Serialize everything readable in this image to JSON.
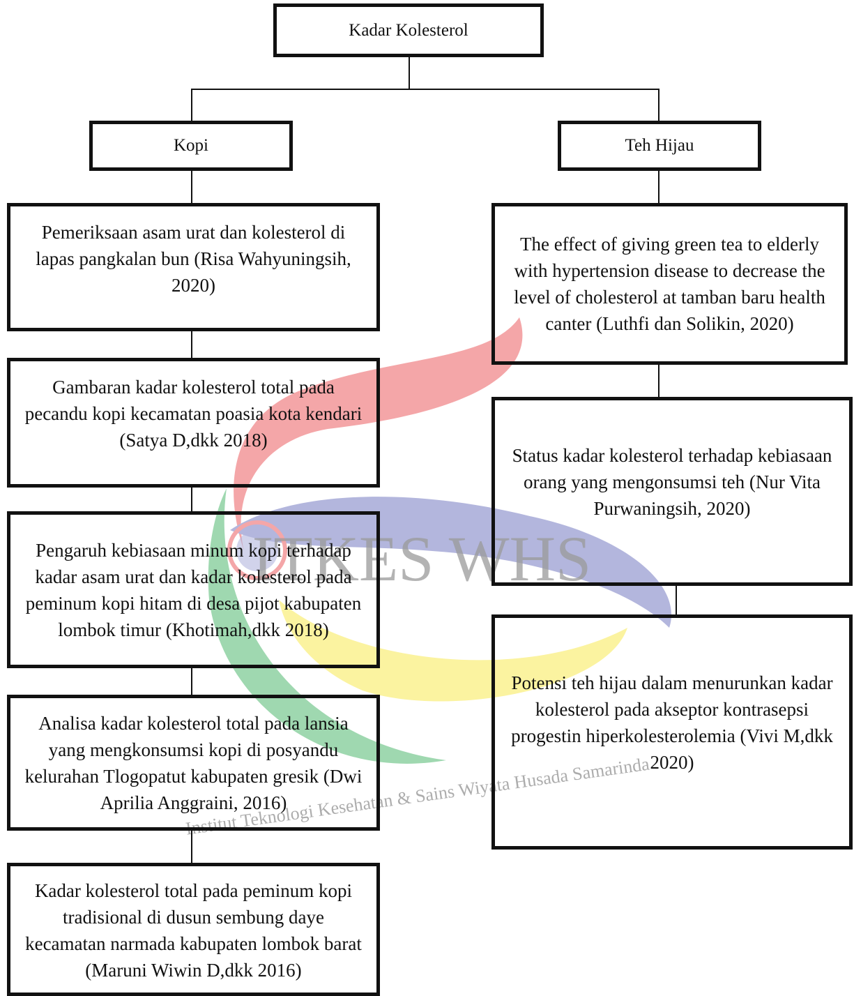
{
  "root": {
    "label": "Kadar Kolesterol"
  },
  "branches": {
    "left": {
      "label": "Kopi",
      "items": [
        "Pemeriksaan asam urat dan kolesterol di lapas pangkalan bun (Risa Wahyuningsih, 2020)",
        "Gambaran kadar kolesterol  total pada pecandu kopi kecamatan poasia kota kendari (Satya D,dkk 2018)",
        "Pengaruh kebiasaan minum kopi terhadap kadar asam urat dan kadar kolesterol pada peminum kopi hitam di desa pijot kabupaten lombok timur (Khotimah,dkk 2018)",
        "Analisa kadar kolesterol total pada lansia yang mengkonsumsi kopi di posyandu kelurahan Tlogopatut kabupaten gresik (Dwi Aprilia Anggraini, 2016)",
        "Kadar kolesterol total pada peminum kopi tradisional di dusun sembung daye kecamatan narmada kabupaten lombok barat (Maruni Wiwin D,dkk 2016)"
      ]
    },
    "right": {
      "label": "Teh Hijau",
      "items": [
        "The effect of giving green tea to elderly with hypertension disease to decrease the level of cholesterol at tamban baru health canter (Luthfi dan Solikin, 2020)",
        "Status kadar kolesterol terhadap kebiasaan orang yang mengonsumsi teh (Nur Vita Purwaningsih, 2020)",
        "Potensi teh hijau dalam menurunkan kadar kolesterol pada akseptor kontrasepsi progestin hiperkolesterolemia (Vivi M,dkk 2020)"
      ]
    }
  },
  "watermark": {
    "logo_text": "ITKES WHS",
    "tagline": "Institut Teknologi Kesehatan & Sains Wiyata Husada Samarinda",
    "colors": {
      "red": "#f4a6a8",
      "blue": "#b3b6dd",
      "yellow": "#fbf3a0",
      "green": "#9fd8b0",
      "text": "#8a8a8a"
    }
  }
}
